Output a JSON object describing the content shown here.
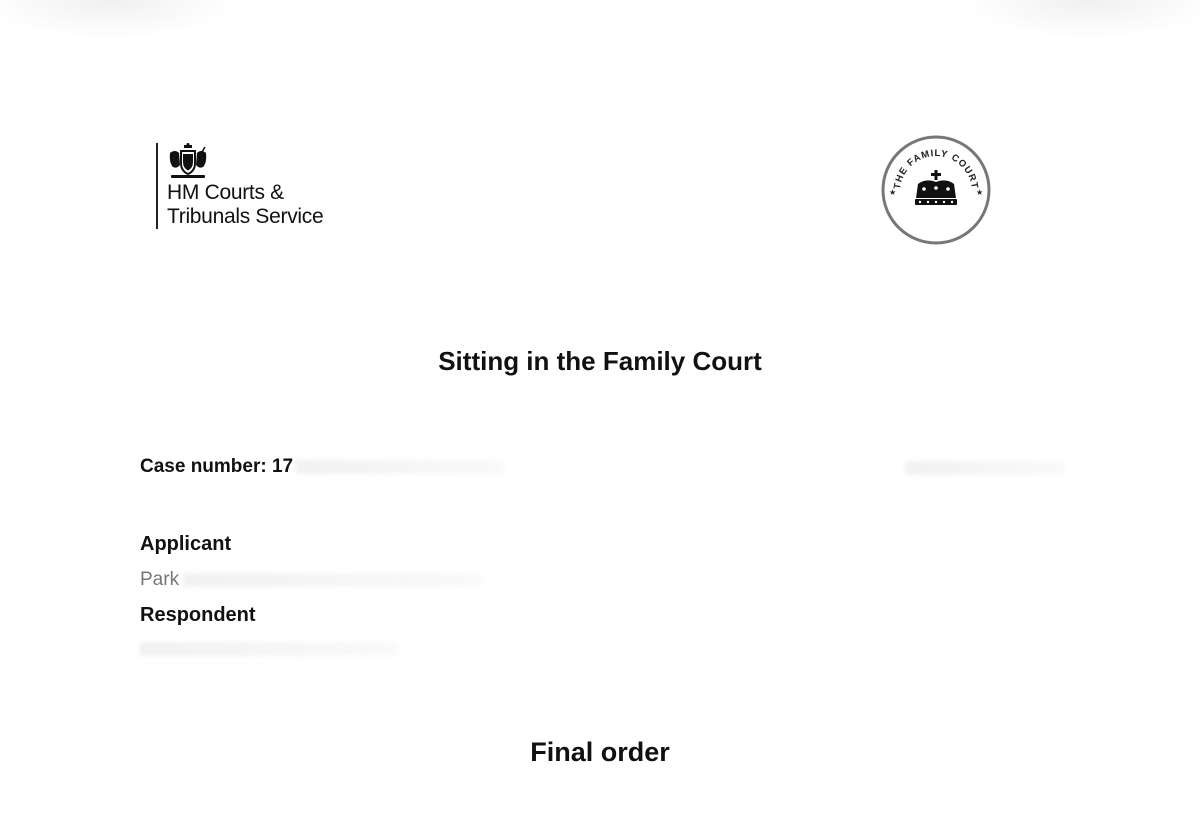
{
  "logo": {
    "name": "HM Courts &\nTribunals Service"
  },
  "seal": {
    "text": "THE FAMILY COURT"
  },
  "heading": "Sitting in the Family Court",
  "case": {
    "label": "Case number: 17",
    "value_redacted": true
  },
  "applicant": {
    "label": "Applicant",
    "value_visible": "Park"
  },
  "respondent": {
    "label": "Respondent"
  },
  "order_title": "Final order",
  "colors": {
    "text": "#111111",
    "redaction": "#d0d0d0"
  },
  "icons": [
    "royal-crest-icon",
    "crown-icon"
  ]
}
